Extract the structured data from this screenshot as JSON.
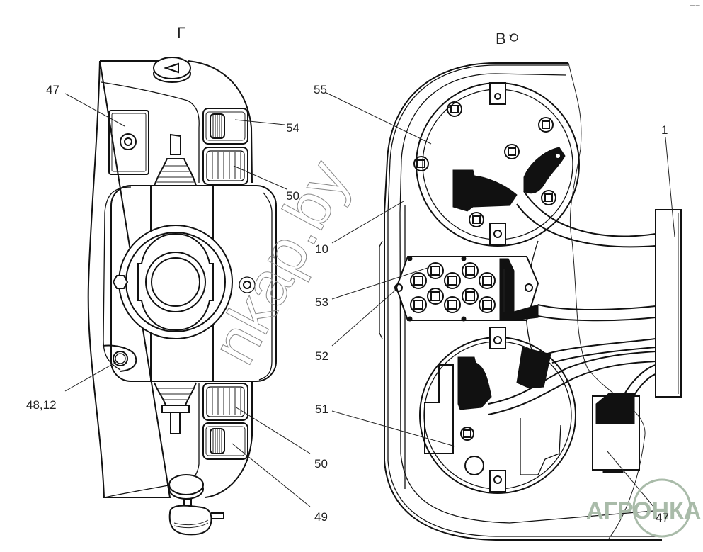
{
  "views": {
    "left_label": "Г",
    "right_label": "В",
    "right_label_symbol": "rotation-icon"
  },
  "callouts": {
    "c47_top": "47",
    "c54": "54",
    "c50_top": "50",
    "c48_12": "48,12",
    "c50_bottom": "50",
    "c49": "49",
    "c55": "55",
    "c10": "10",
    "c53": "53",
    "c52": "52",
    "c51": "51",
    "c1": "1",
    "c47_bottom": "47"
  },
  "watermark": {
    "site_text": "nkap.by",
    "logo_text": "АГРОНКА",
    "logo_color": "#a9bba9"
  },
  "corner_mark": "— —"
}
